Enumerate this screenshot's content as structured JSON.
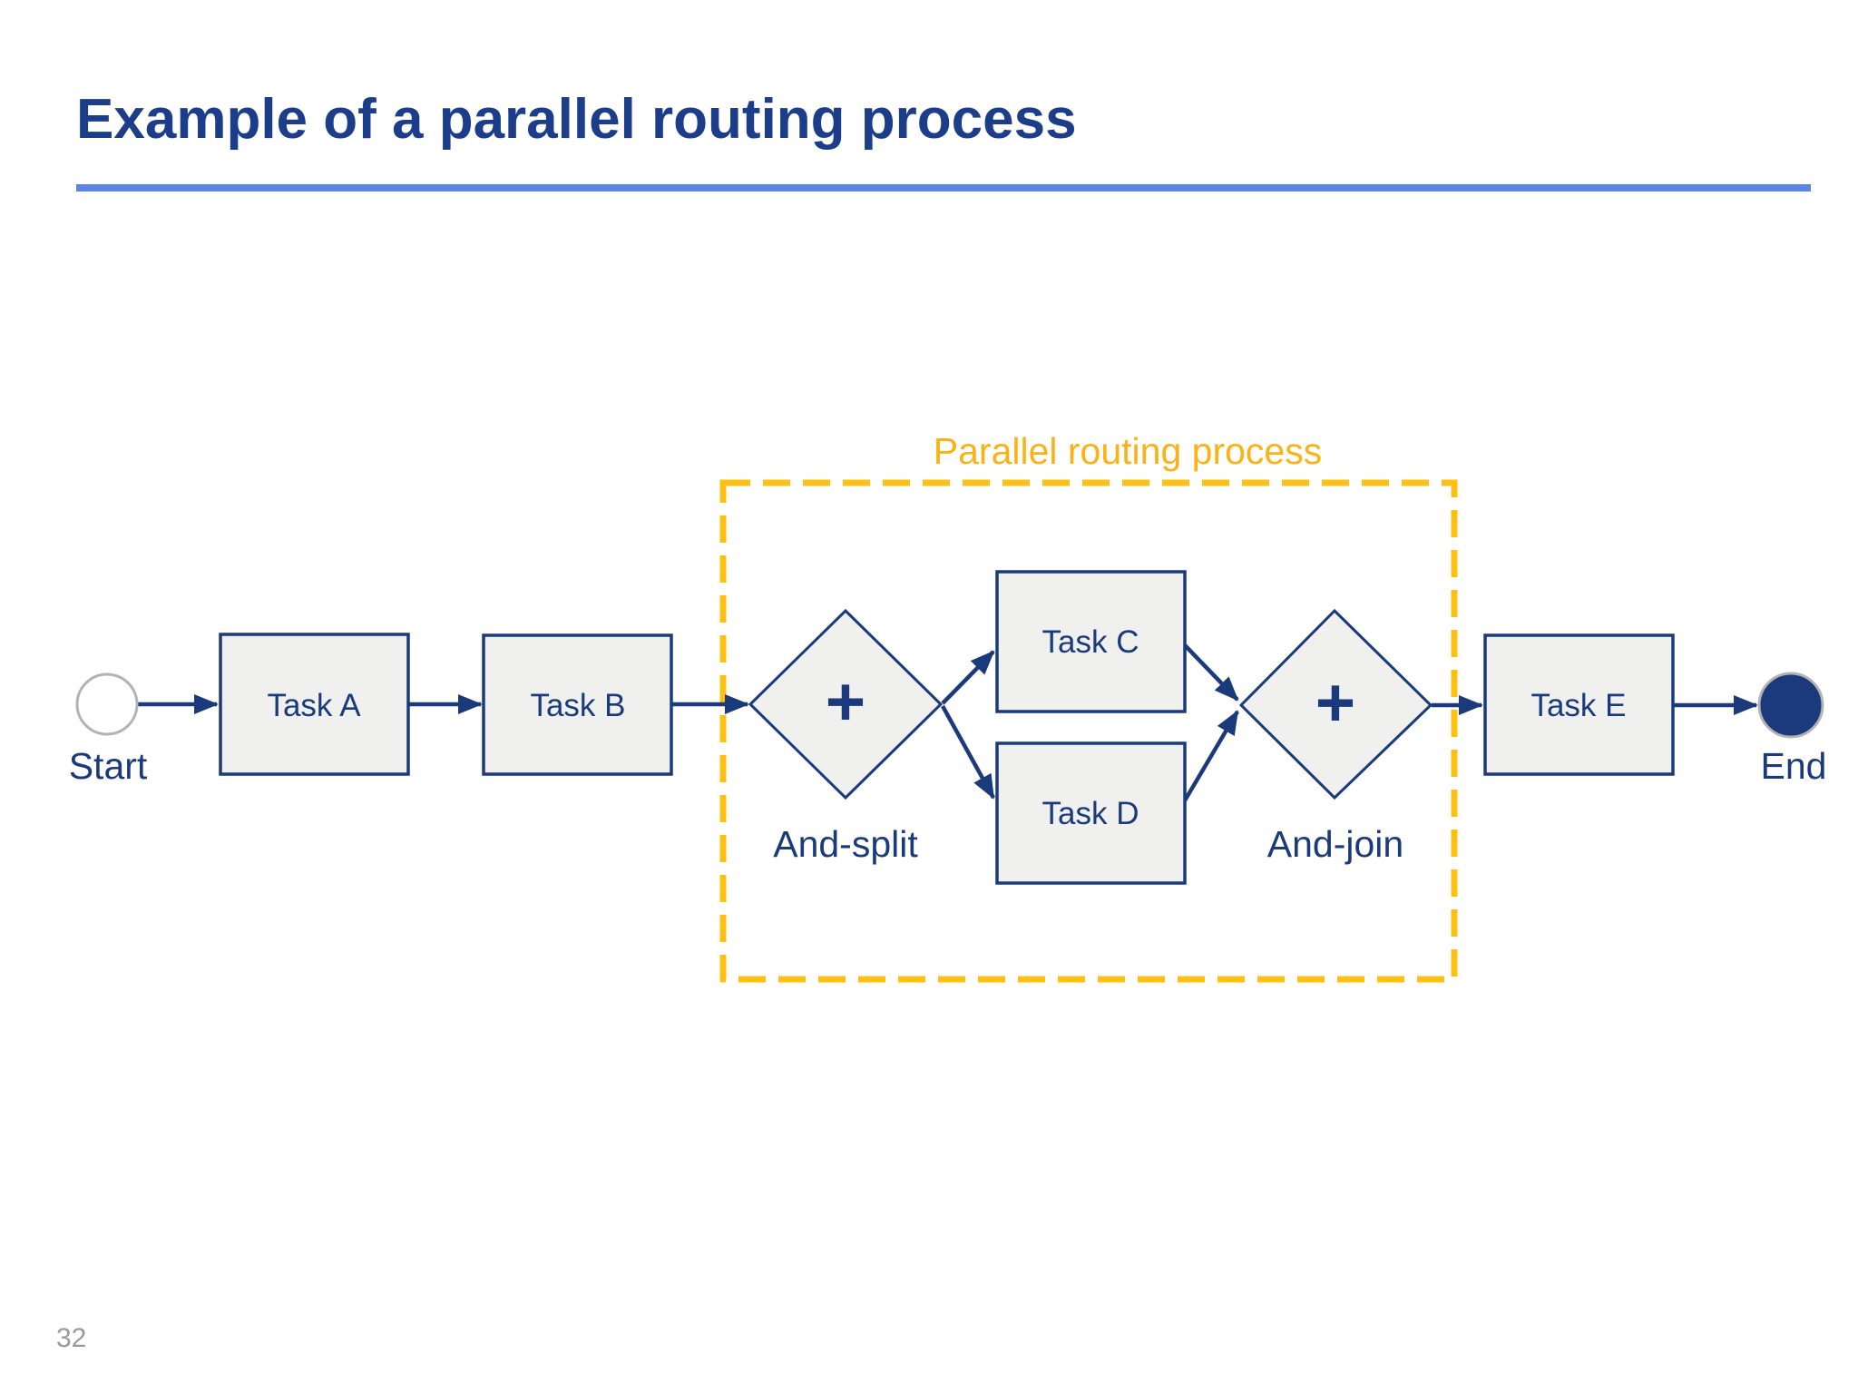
{
  "slide": {
    "title": "Example of a parallel routing process",
    "page_number": "32"
  },
  "diagram": {
    "group_box_label": "Parallel routing process",
    "nodes": {
      "start": {
        "label": "Start",
        "shape": "circle-outline"
      },
      "task_a": {
        "label": "Task A",
        "shape": "rect"
      },
      "task_b": {
        "label": "Task B",
        "shape": "rect"
      },
      "and_split": {
        "label": "And-split",
        "symbol": "+",
        "shape": "diamond"
      },
      "task_c": {
        "label": "Task C",
        "shape": "rect"
      },
      "task_d": {
        "label": "Task D",
        "shape": "rect"
      },
      "and_join": {
        "label": "And-join",
        "symbol": "+",
        "shape": "diamond"
      },
      "task_e": {
        "label": "Task E",
        "shape": "rect"
      },
      "end": {
        "label": "End",
        "shape": "circle-filled"
      }
    },
    "edges": [
      {
        "from": "start",
        "to": "task_a"
      },
      {
        "from": "task_a",
        "to": "task_b"
      },
      {
        "from": "task_b",
        "to": "and_split"
      },
      {
        "from": "and_split",
        "to": "task_c"
      },
      {
        "from": "and_split",
        "to": "task_d"
      },
      {
        "from": "task_c",
        "to": "and_join"
      },
      {
        "from": "task_d",
        "to": "and_join"
      },
      {
        "from": "and_join",
        "to": "task_e"
      },
      {
        "from": "task_e",
        "to": "end"
      }
    ],
    "colors": {
      "navy": "#1a3a7c",
      "title_navy": "#1b3d8a",
      "accent_rule_blue": "#5b84e8",
      "highlight_orange": "#fbb216",
      "dash_amber": "#fdc013",
      "node_fill": "#f0f0ee",
      "neutral_circle_border": "#b3b3b3",
      "page_number_gray": "#9a9a9a"
    }
  }
}
